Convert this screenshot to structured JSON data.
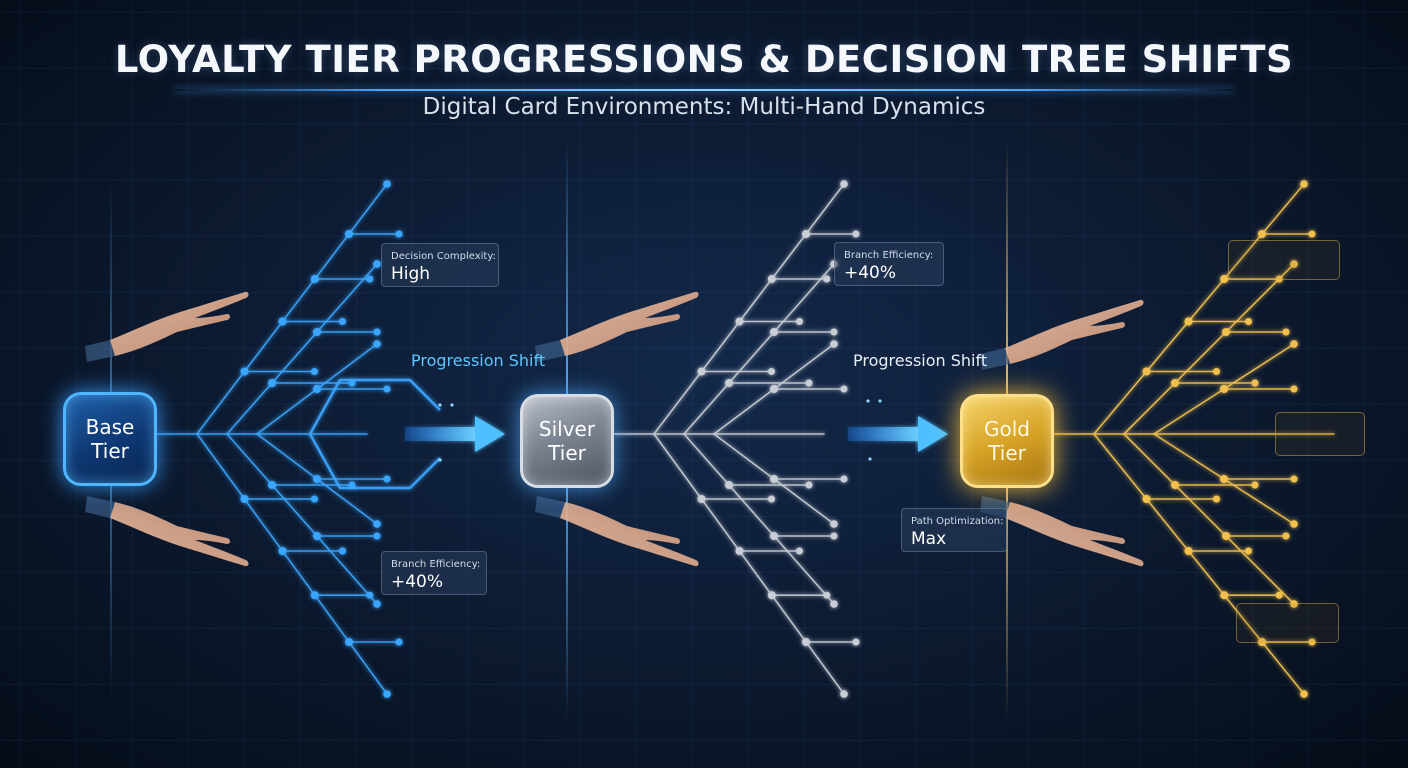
{
  "header": {
    "title": "LOYALTY TIER PROGRESSIONS & DECISION TREE SHIFTS",
    "subtitle": "Digital Card Environments: Multi-Hand Dynamics"
  },
  "tiers": [
    {
      "id": "base",
      "line1": "Base",
      "line2": "Tier",
      "color": "#3aa6ff"
    },
    {
      "id": "silver",
      "line1": "Silver",
      "line2": "Tier",
      "color": "#c9ced6"
    },
    {
      "id": "gold",
      "line1": "Gold",
      "line2": "Tier",
      "color": "#f2c14e"
    }
  ],
  "transitions": [
    {
      "label": "Progression Shift",
      "label_color": "#5cc8ff"
    },
    {
      "label": "Progression Shift",
      "label_color": "#e8eef6"
    }
  ],
  "metrics": {
    "decision_complexity": {
      "label": "Decision Complexity:",
      "value": "High"
    },
    "branch_efficiency_base": {
      "label": "Branch Efficiency:",
      "value": "+40%"
    },
    "branch_efficiency_silver": {
      "label": "Branch Efficiency:",
      "value": "+40%"
    },
    "path_optimization": {
      "label": "Path Optimization:",
      "value": "Max"
    }
  },
  "colors": {
    "background": "#0a1526",
    "base_tree": "#3aa6ff",
    "silver_tree": "#c9ced6",
    "gold_tree": "#f2c14e",
    "arrow": "#4fc0ff"
  }
}
